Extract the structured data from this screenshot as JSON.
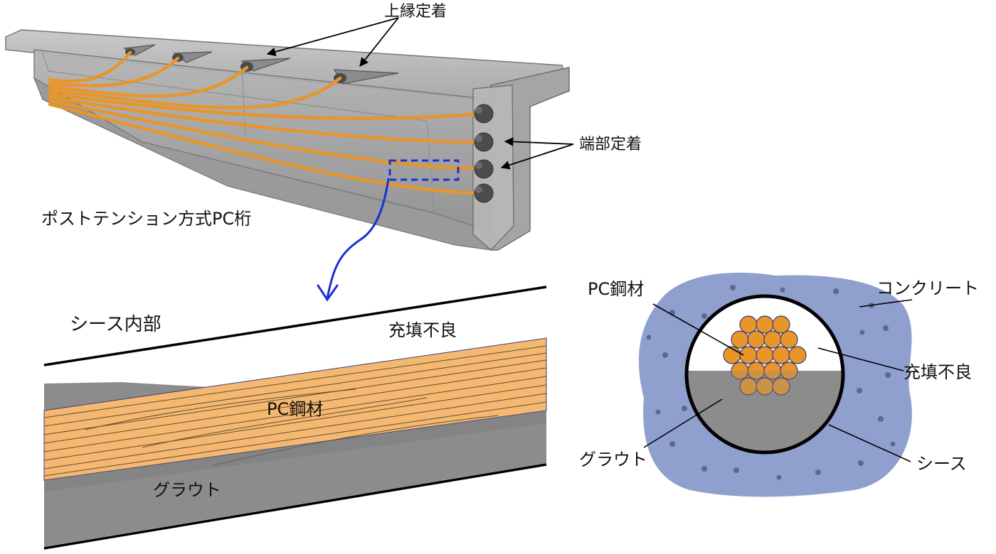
{
  "labels": {
    "upper_anchorage": "上縁定着",
    "end_anchorage": "端部定着",
    "girder_title": "ポストテンション方式PC桁",
    "sheath_interior": "シース内部",
    "poor_filling": "充填不良",
    "pc_steel": "PC鋼材",
    "grout": "グラウト",
    "concrete": "コンクリート",
    "sheath": "シース"
  },
  "colors": {
    "concrete_blue": "#8fa0cf",
    "tendon_orange": "#e8952a",
    "strand_light": "#f4b870",
    "grout_gray": "#8c8c8c",
    "highlight_blue": "#1a2fd6"
  }
}
